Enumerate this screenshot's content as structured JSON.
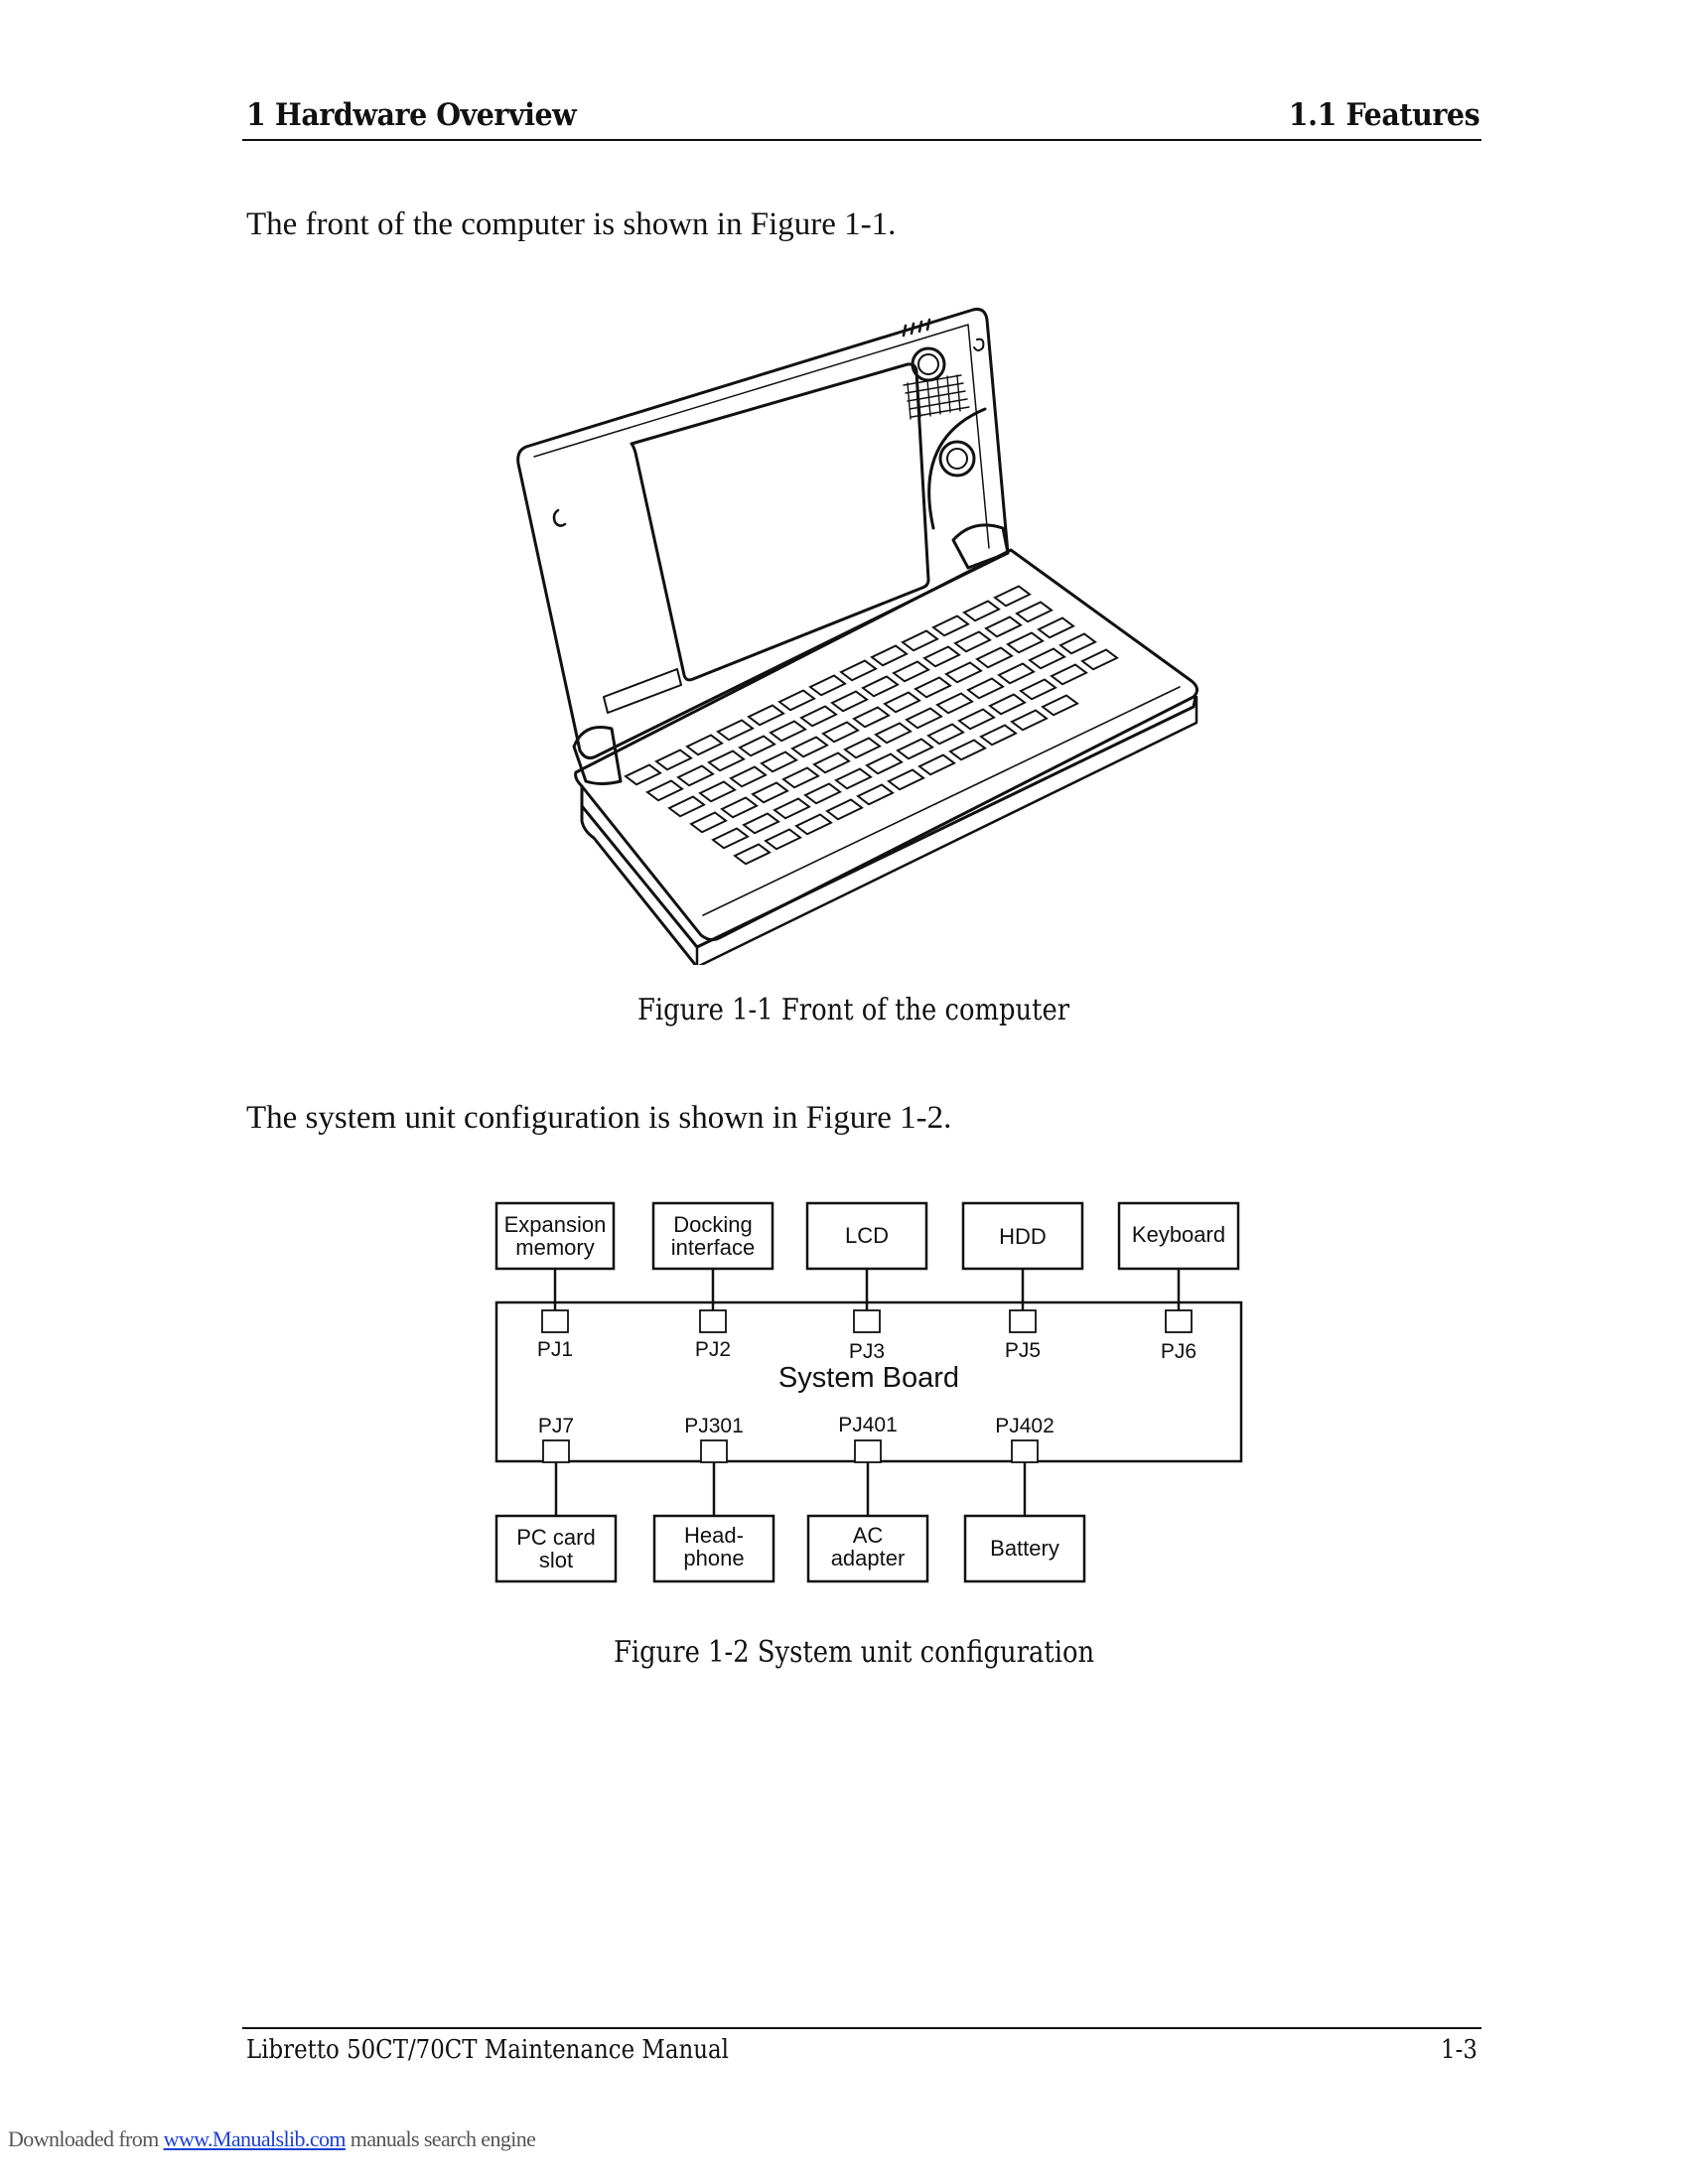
{
  "header": {
    "chapter": "1 Hardware Overview",
    "section": "1.1 Features"
  },
  "paragraphs": {
    "front_intro": "The front of the computer is shown in Figure 1-1.",
    "system_intro": "The system unit configuration is shown in Figure 1-2."
  },
  "figures": {
    "fig1_caption": "Figure 1-1  Front of the computer",
    "fig2_caption": "Figure 1-2  System unit configuration"
  },
  "diagram": {
    "board_label": "System Board",
    "top_devices": [
      {
        "line1": "Expansion",
        "line2": "memory",
        "connector": "PJ1"
      },
      {
        "line1": "Docking",
        "line2": "interface",
        "connector": "PJ2"
      },
      {
        "line1": "LCD",
        "line2": "",
        "connector": "PJ3"
      },
      {
        "line1": "HDD",
        "line2": "",
        "connector": "PJ5"
      },
      {
        "line1": "Keyboard",
        "line2": "",
        "connector": "PJ6"
      }
    ],
    "bottom_devices": [
      {
        "line1": "PC card",
        "line2": "slot",
        "connector": "PJ7"
      },
      {
        "line1": "Head-",
        "line2": "phone",
        "connector": "PJ301"
      },
      {
        "line1": "AC",
        "line2": "adapter",
        "connector": "PJ401"
      },
      {
        "line1": "Battery",
        "line2": "",
        "connector": "PJ402"
      }
    ]
  },
  "footer": {
    "manual_title": "Libretto 50CT/70CT Maintenance Manual",
    "page_number": "1-3"
  },
  "download": {
    "prefix": "Downloaded from ",
    "link_text": "www.Manualslib.com",
    "suffix": " manuals search engine"
  }
}
